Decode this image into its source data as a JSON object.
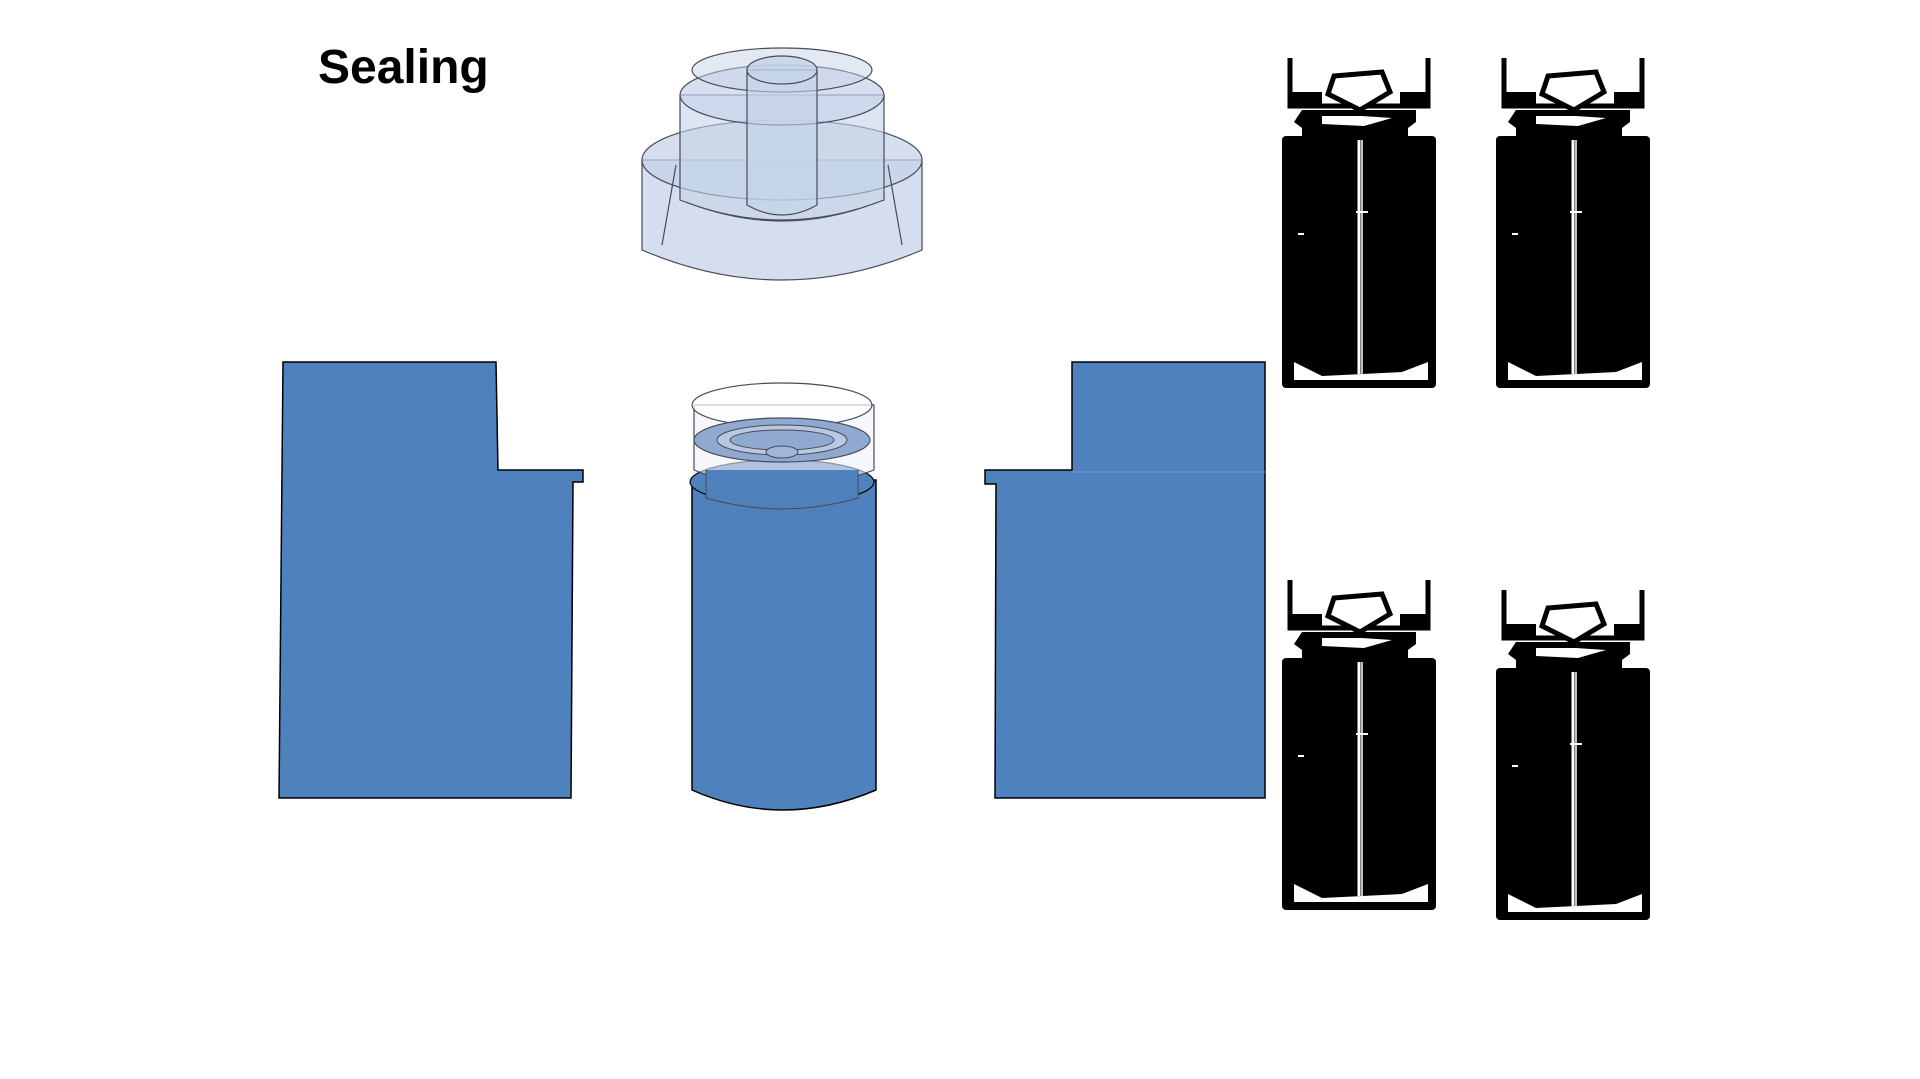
{
  "title": "Sealing",
  "colors": {
    "jaw_blue": "#4f81bd",
    "cap_fill": "#c5d3e8",
    "cap_stroke": "#4a4a5a",
    "cross_section": "#000000",
    "background": "#ffffff"
  },
  "parts": [
    "crimping-tool-head",
    "left-jaw",
    "vial-with-stopper",
    "right-jaw",
    "crimp-cross-sections"
  ],
  "cross_section_count": 4
}
